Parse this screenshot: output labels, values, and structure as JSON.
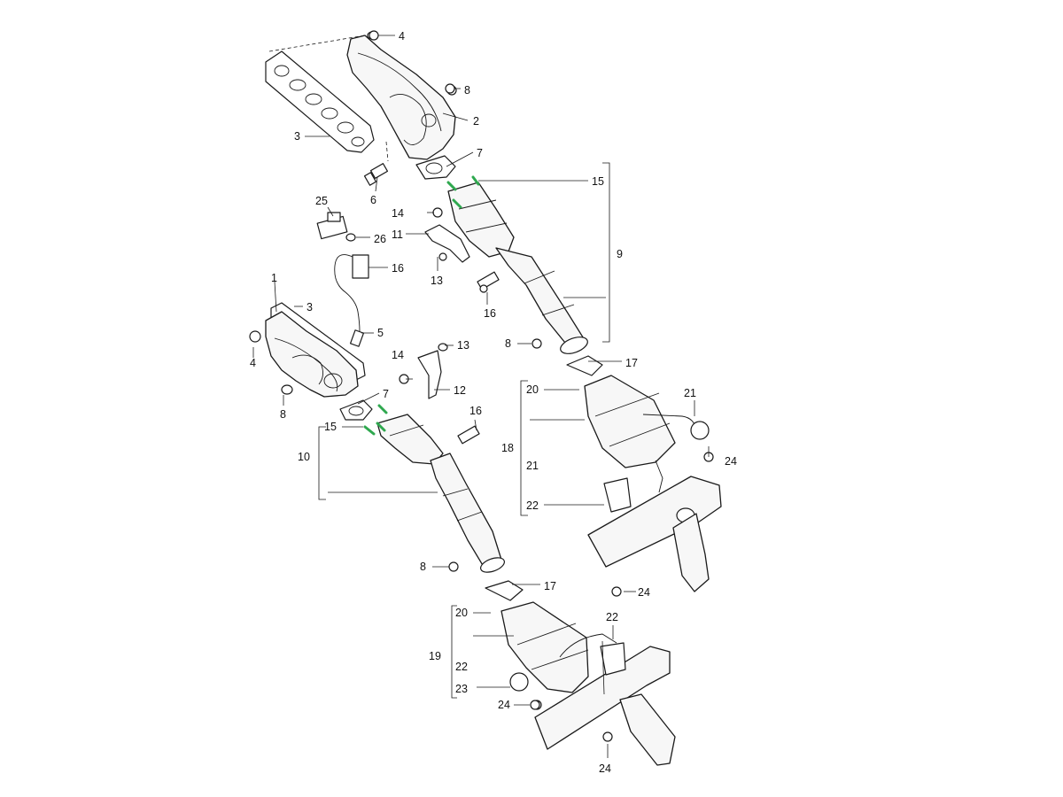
{
  "diagram": {
    "callouts": [
      {
        "id": "c4a",
        "text": "4"
      },
      {
        "id": "c8a",
        "text": "8"
      },
      {
        "id": "c2",
        "text": "2"
      },
      {
        "id": "c3a",
        "text": "3"
      },
      {
        "id": "c7a",
        "text": "7"
      },
      {
        "id": "c6",
        "text": "6"
      },
      {
        "id": "c15a",
        "text": "15"
      },
      {
        "id": "c25",
        "text": "25"
      },
      {
        "id": "c14a",
        "text": "14"
      },
      {
        "id": "c26",
        "text": "26"
      },
      {
        "id": "c11",
        "text": "11"
      },
      {
        "id": "c9",
        "text": "9"
      },
      {
        "id": "c16a",
        "text": "16"
      },
      {
        "id": "c13a",
        "text": "13"
      },
      {
        "id": "c16b",
        "text": "16"
      },
      {
        "id": "c1",
        "text": "1"
      },
      {
        "id": "c3b",
        "text": "3"
      },
      {
        "id": "c5",
        "text": "5"
      },
      {
        "id": "c4b",
        "text": "4"
      },
      {
        "id": "c8b",
        "text": "8"
      },
      {
        "id": "c13b",
        "text": "13"
      },
      {
        "id": "c17a",
        "text": "17"
      },
      {
        "id": "c14b",
        "text": "14"
      },
      {
        "id": "c12",
        "text": "12"
      },
      {
        "id": "c20a",
        "text": "20"
      },
      {
        "id": "c21a",
        "text": "21"
      },
      {
        "id": "c8c",
        "text": "8"
      },
      {
        "id": "c7b",
        "text": "7"
      },
      {
        "id": "c16c",
        "text": "16"
      },
      {
        "id": "c15b",
        "text": "15"
      },
      {
        "id": "c18",
        "text": "18"
      },
      {
        "id": "c24a",
        "text": "24"
      },
      {
        "id": "c10",
        "text": "10"
      },
      {
        "id": "c21b",
        "text": "21"
      },
      {
        "id": "c22a",
        "text": "22"
      },
      {
        "id": "c8d",
        "text": "8"
      },
      {
        "id": "c17b",
        "text": "17"
      },
      {
        "id": "c24b",
        "text": "24"
      },
      {
        "id": "c20b",
        "text": "20"
      },
      {
        "id": "c22b",
        "text": "22"
      },
      {
        "id": "c19",
        "text": "19"
      },
      {
        "id": "c22c",
        "text": "22"
      },
      {
        "id": "c23",
        "text": "23"
      },
      {
        "id": "c24c",
        "text": "24"
      },
      {
        "id": "c24d",
        "text": "24"
      }
    ]
  },
  "colors": {
    "line": "#1a1a1a",
    "part_fill": "#f7f7f7",
    "stud_highlight": "#2fa84f",
    "background": "#ffffff"
  }
}
